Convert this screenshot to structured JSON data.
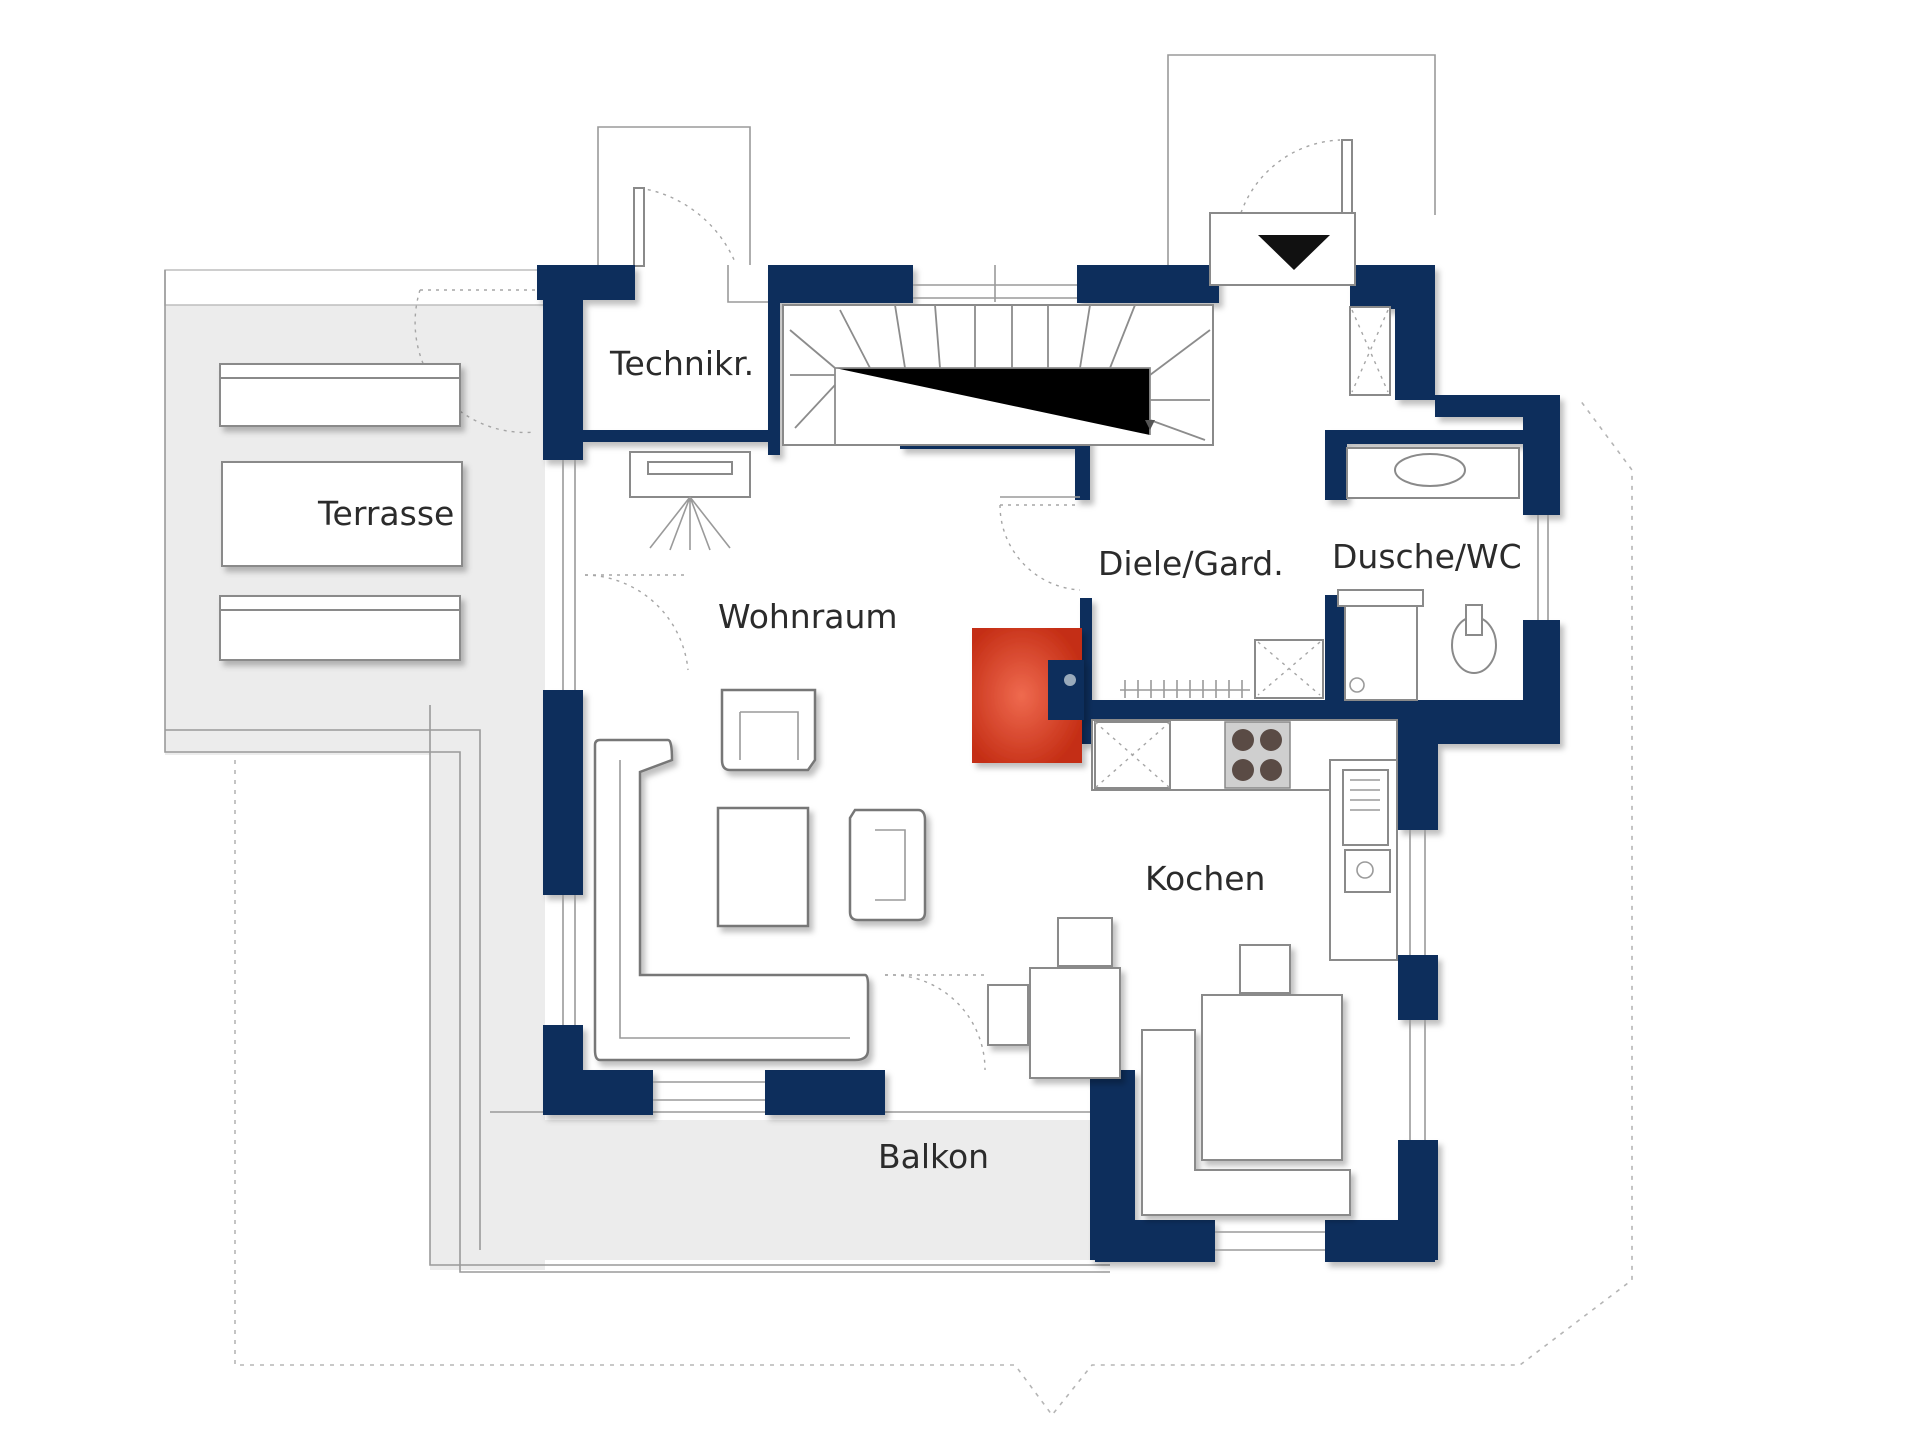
{
  "rooms": {
    "terrasse": "Terrasse",
    "technikraum": "Technikr.",
    "wohnraum": "Wohnraum",
    "diele": "Diele/Gard.",
    "dusche": "Dusche/WC",
    "kochen": "Kochen",
    "balkon": "Balkon"
  },
  "colors": {
    "wall": "#0b2d5b",
    "fireplace": "#d23a22",
    "terrace_fill": "#ececec"
  }
}
